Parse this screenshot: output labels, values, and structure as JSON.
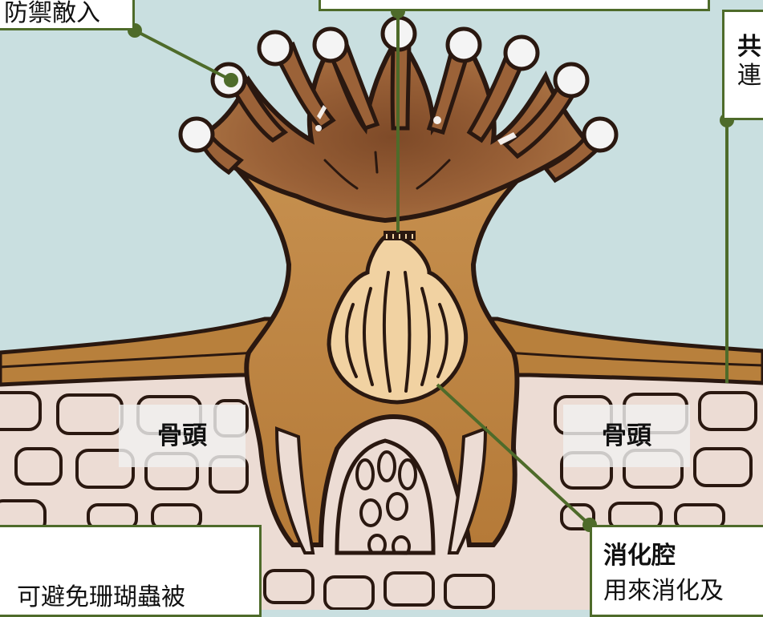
{
  "callouts": {
    "top_left": {
      "body": "防禦敵入"
    },
    "top_center": {
      "title": ""
    },
    "top_right": {
      "title": "共",
      "body": "連"
    },
    "bottom_left": {
      "body": "可避免珊瑚蟲被"
    },
    "bottom_right": {
      "title": "消化腔",
      "body": "用來消化及"
    }
  },
  "labels": {
    "bone_left": "骨頭",
    "bone_right": "骨頭"
  },
  "colors": {
    "water": "#c9dfe0",
    "polyp_body": "#c28a45",
    "polyp_dark": "#8a5028",
    "cavity": "#f1d2a2",
    "bone": "#ecdcd4",
    "leader": "#4e6b2a",
    "outline": "#2a1810",
    "tip": "#f4f4f4"
  }
}
